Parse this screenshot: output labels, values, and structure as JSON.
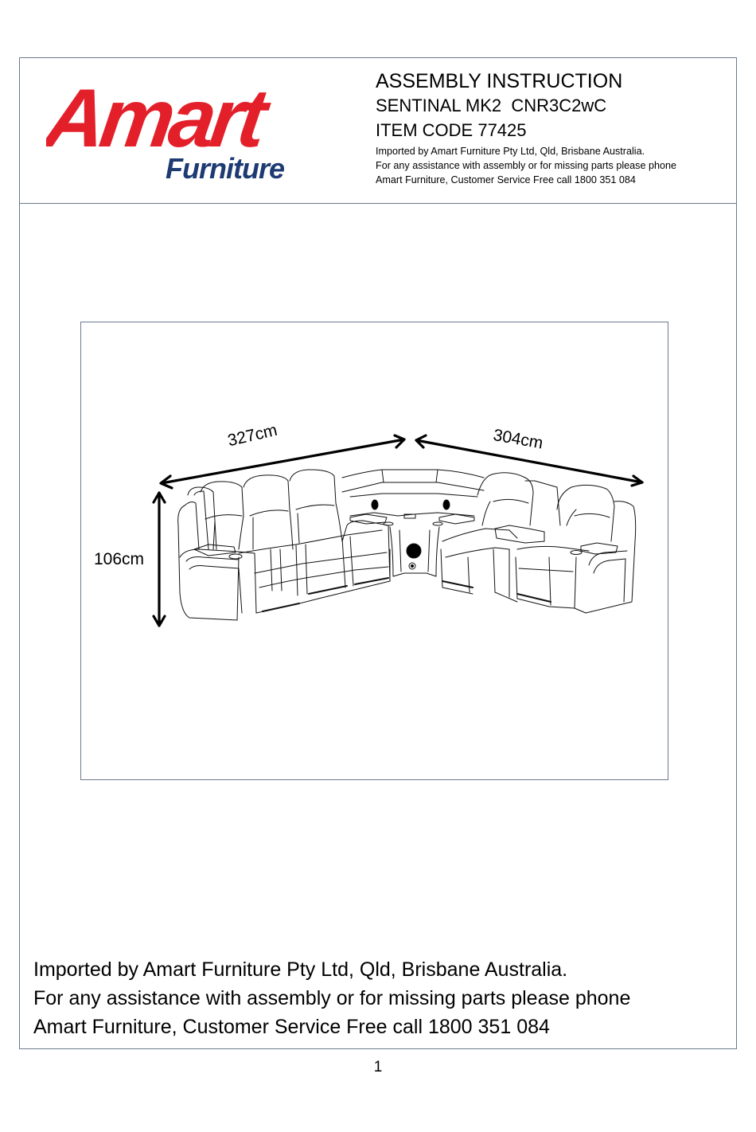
{
  "brand": {
    "logo_word": "Amart",
    "logo_subword": "Furniture",
    "primary_color": "#e3202a",
    "secondary_color": "#1d3a73"
  },
  "header": {
    "title": "ASSEMBLY INSTRUCTION",
    "model": "SENTINAL MK2  CNR3C2wC",
    "item_code": "ITEM CODE 77425",
    "info_lines": [
      "Imported by Amart Furniture Pty Ltd, Qld, Brisbane Australia.",
      "For any assistance with assembly or for missing parts please phone",
      "Amart Furniture, Customer Service Free call 1800 351 084"
    ]
  },
  "figure": {
    "subject": "corner modular recliner sofa with console and speakers",
    "dimensions": {
      "width_left": "327cm",
      "width_right": "304cm",
      "height": "106cm"
    }
  },
  "footer": {
    "lines": [
      "Imported by Amart Furniture Pty Ltd, Qld, Brisbane Australia.",
      "For any assistance with assembly or for missing parts please phone",
      "Amart Furniture, Customer Service Free call 1800 351 084"
    ]
  },
  "page": {
    "number": "1",
    "border_color": "#6b7a90"
  }
}
